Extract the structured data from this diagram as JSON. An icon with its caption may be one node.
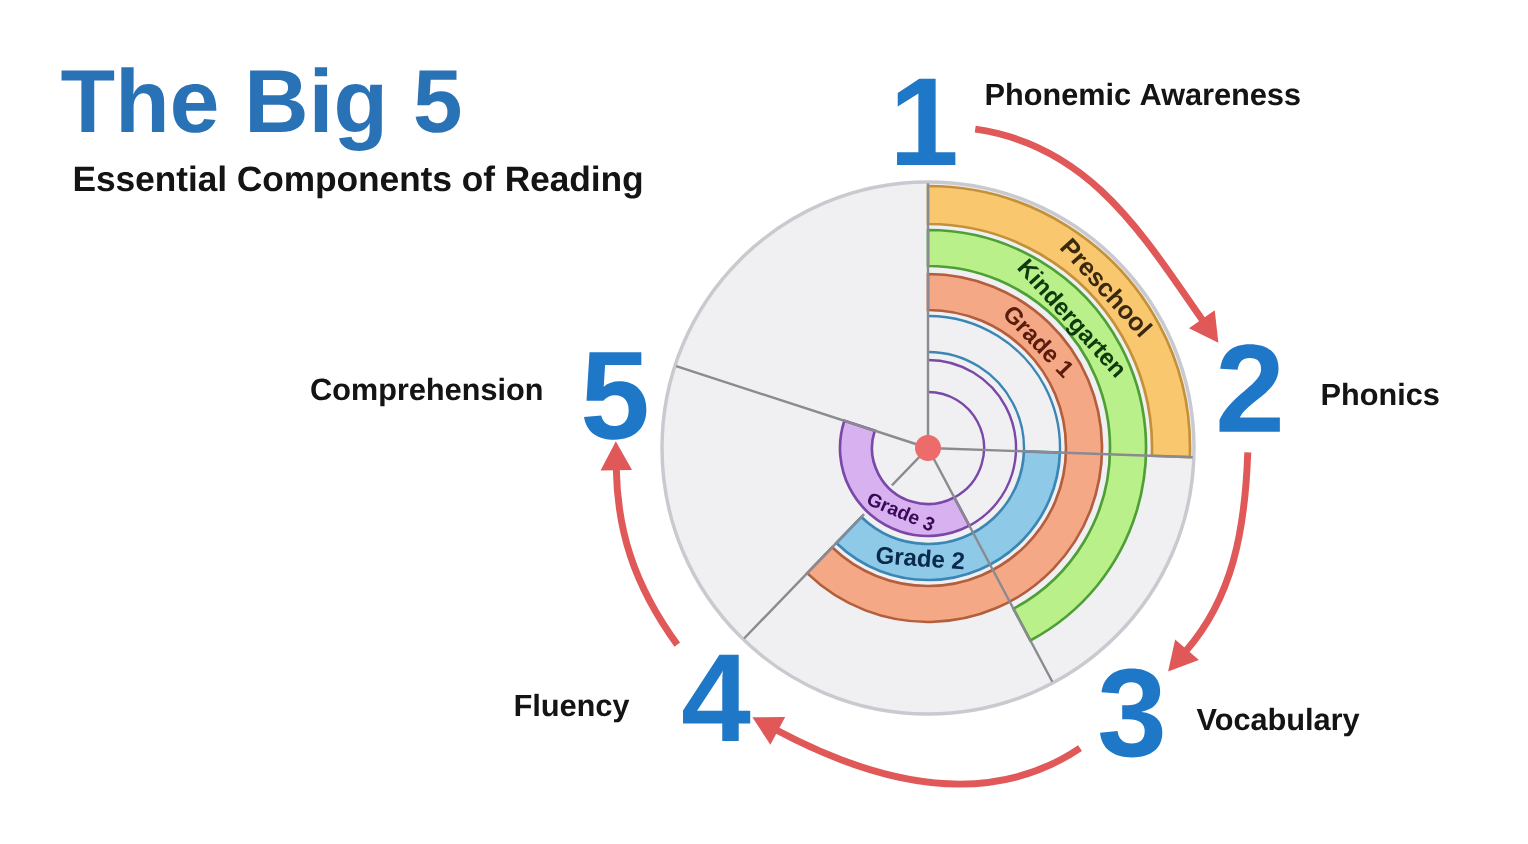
{
  "diagram": {
    "title": "The Big 5",
    "nodes": [
      {
        "text": [
          "1"
        ],
        "beside": [
          "Phonemic Awareness"
        ]
      },
      {
        "text": [
          "2"
        ],
        "beside": [
          "Phonics"
        ]
      },
      {
        "text": [
          "3"
        ],
        "beside": [
          "Vocabulary"
        ]
      },
      {
        "text": [
          "4"
        ],
        "beside": [
          "Fluency"
        ]
      },
      {
        "text": [
          "5"
        ],
        "beside": [
          "Comprehension"
        ]
      },
      {
        "text": [],
        "shape": "circle"
      },
      {
        "text": [
          "Preschool"
        ],
        "in": 5
      },
      {
        "text": [
          "Kindergarten"
        ],
        "in": 5
      },
      {
        "text": [
          "Grade 1"
        ],
        "in": 5
      },
      {
        "text": [
          "Grade 2"
        ],
        "in": 5
      },
      {
        "text": [
          "Grade 3"
        ],
        "in": 5
      }
    ],
    "edges": [
      {
        "from": 0,
        "to": 1,
        "arrow": "to"
      },
      {
        "from": 1,
        "to": 2,
        "arrow": "to"
      },
      {
        "from": 2,
        "to": 3,
        "arrow": "to"
      },
      {
        "from": 3,
        "to": 4,
        "arrow": "to"
      }
    ],
    "labels": [
      "Essential Components of Reading"
    ]
  }
}
